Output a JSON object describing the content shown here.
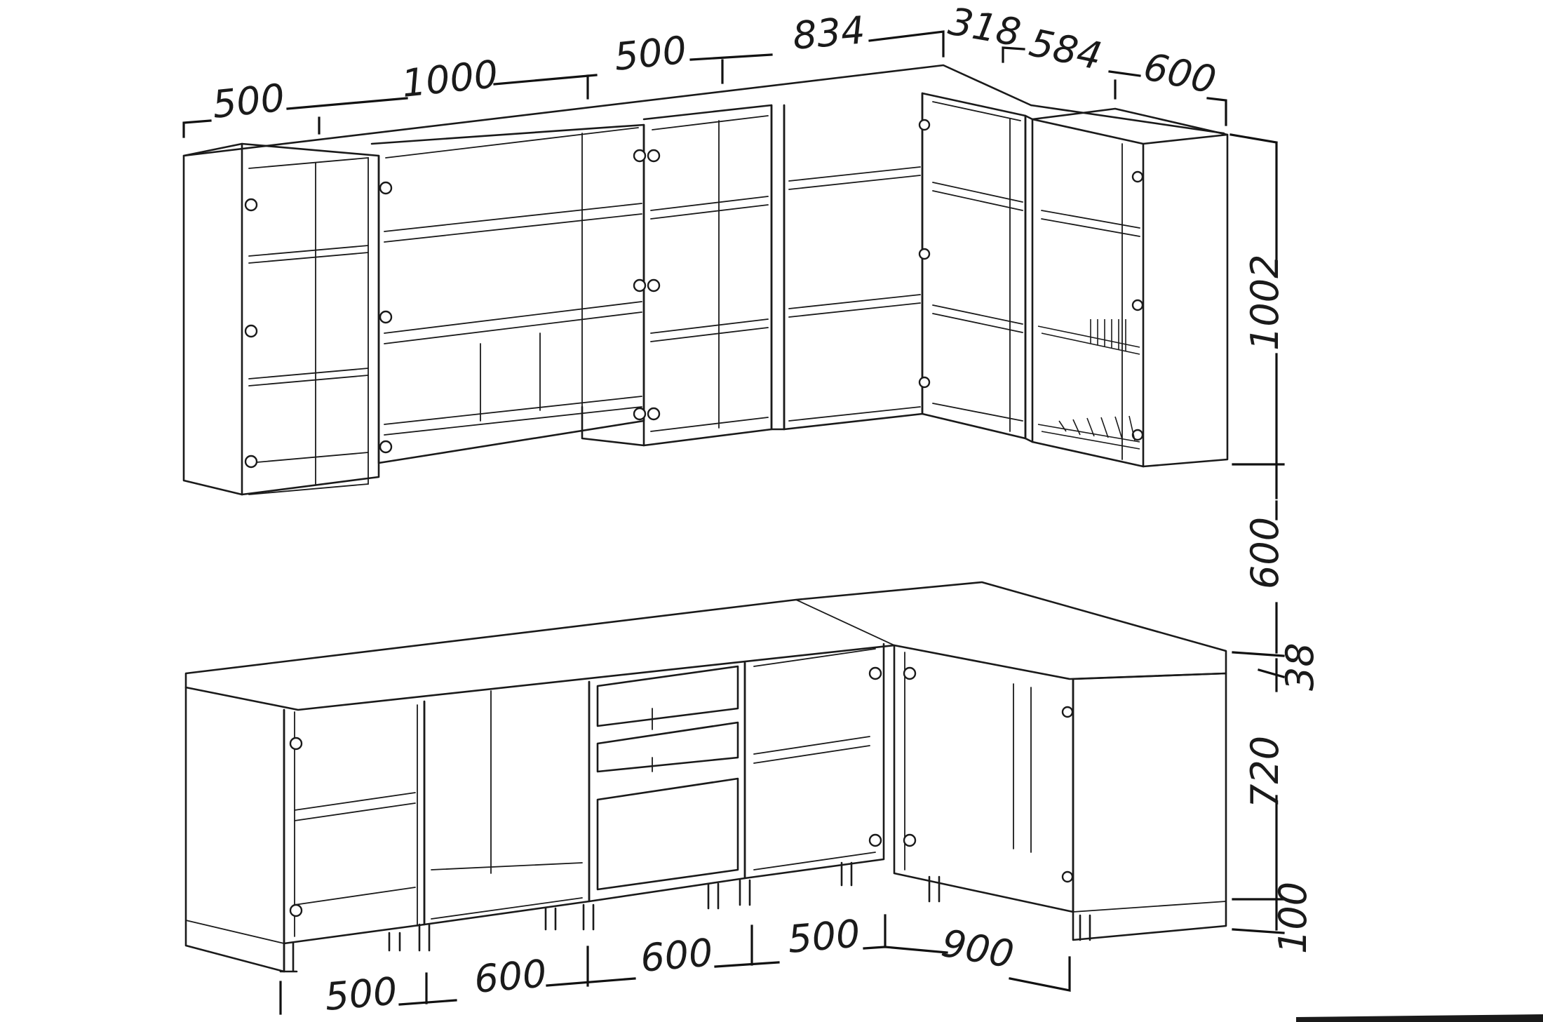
{
  "drawing": {
    "upper_width_dims": [
      "500",
      "1000",
      "500",
      "834",
      "318",
      "584",
      "600"
    ],
    "upper_height_dim": "1002",
    "gap_dim": "600",
    "worktop_dim": "38",
    "base_height_dim": "720",
    "plinth_dim": "100",
    "lower_width_dims": [
      "500",
      "600",
      "600",
      "500",
      "900"
    ]
  },
  "colors": {
    "line": "#1a1a1a",
    "background": "#ffffff"
  }
}
